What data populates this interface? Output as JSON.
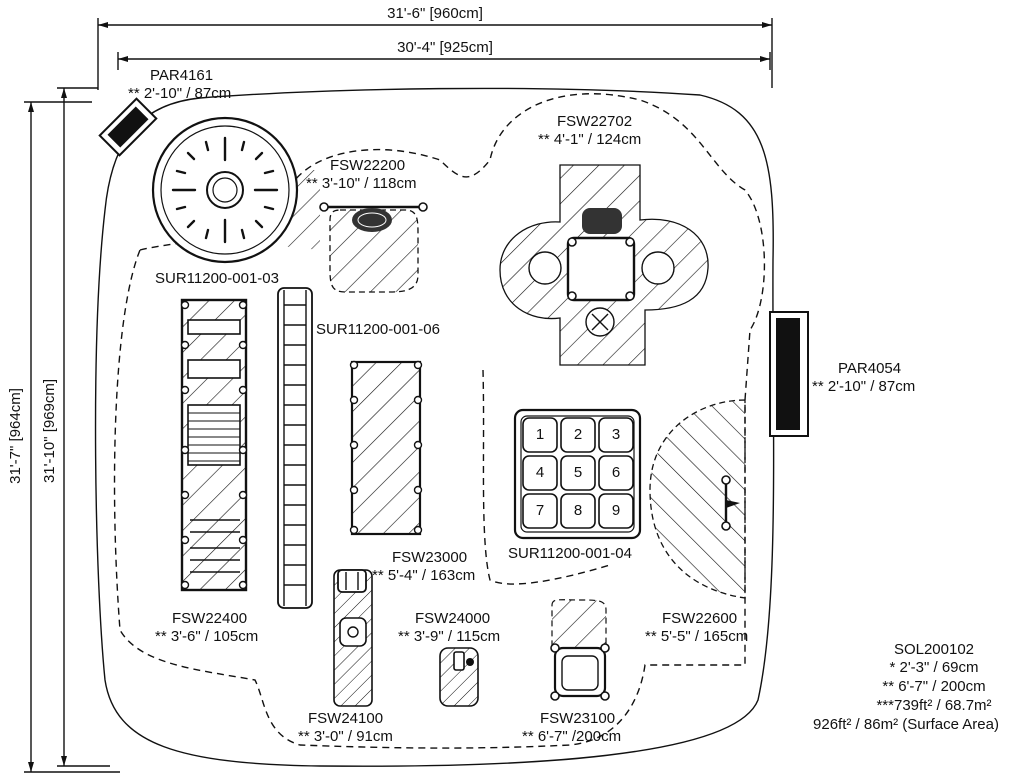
{
  "dimensions": {
    "overall_width": "31'-6\" [960cm]",
    "inner_width": "30'-4\" [925cm]",
    "overall_depth": "31'-7\" [964cm]",
    "inner_depth": "31'-10\" [969cm]"
  },
  "components": {
    "par4161": {
      "code": "PAR4161",
      "spec": "** 2'-10\" / 87cm"
    },
    "fsw22200": {
      "code": "FSW22200",
      "spec": "** 3'-10\" / 118cm"
    },
    "fsw22702": {
      "code": "FSW22702",
      "spec": "** 4'-1\" / 124cm"
    },
    "sur_03": {
      "code": "SUR11200-001-03"
    },
    "sur_06": {
      "code": "SUR11200-001-06"
    },
    "par4054": {
      "code": "PAR4054",
      "spec": "** 2'-10\" / 87cm"
    },
    "fsw23000": {
      "code": "FSW23000",
      "spec": "** 5'-4\" / 163cm"
    },
    "sur_04": {
      "code": "SUR11200-001-04"
    },
    "fsw22400": {
      "code": "FSW22400",
      "spec": "** 3'-6\" / 105cm"
    },
    "fsw24000": {
      "code": "FSW24000",
      "spec": "** 3'-9\" / 115cm"
    },
    "fsw22600": {
      "code": "FSW22600",
      "spec": "** 5'-5\" / 165cm"
    },
    "fsw24100": {
      "code": "FSW24100",
      "spec": "** 3'-0\" / 91cm"
    },
    "fsw23100": {
      "code": "FSW23100",
      "spec": "** 6'-7\" /200cm"
    }
  },
  "number_grid": [
    "1",
    "2",
    "3",
    "4",
    "5",
    "6",
    "7",
    "8",
    "9"
  ],
  "summary": {
    "code": "SOL200102",
    "line1": "* 2'-3\" / 69cm",
    "line2": "** 6'-7\" / 200cm",
    "line3": "***739ft² / 68.7m²",
    "line4": "926ft² / 86m² (Surface Area)"
  }
}
